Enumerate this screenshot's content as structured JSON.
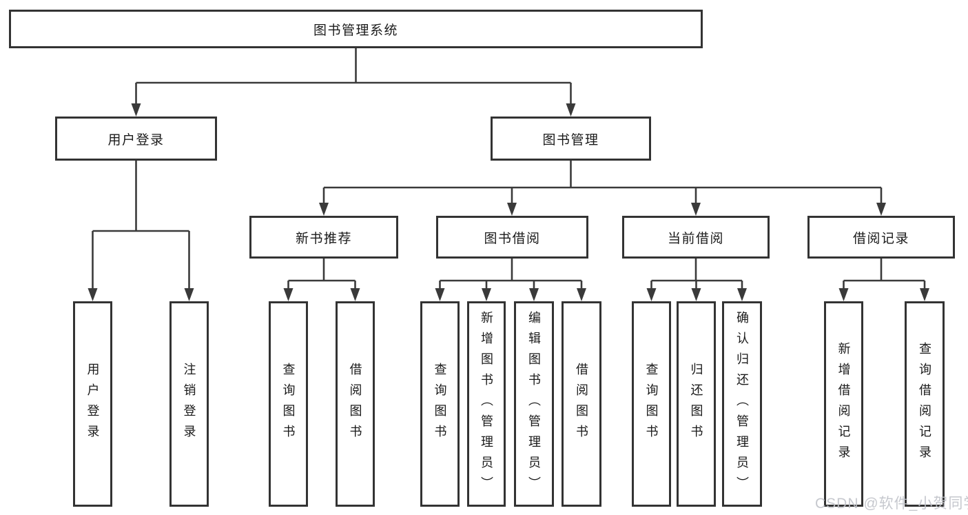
{
  "tree": {
    "root": {
      "label": "图书管理系统"
    },
    "children": [
      {
        "label": "用户登录",
        "children": [
          {
            "label": "用户登录"
          },
          {
            "label": "注销登录"
          }
        ]
      },
      {
        "label": "图书管理",
        "children": [
          {
            "label": "新书推荐",
            "children": [
              {
                "label": "查询图书"
              },
              {
                "label": "借阅图书"
              }
            ]
          },
          {
            "label": "图书借阅",
            "children": [
              {
                "label": "查询图书"
              },
              {
                "label": "新增图书（管理员）"
              },
              {
                "label": "编辑图书（管理员）"
              },
              {
                "label": "借阅图书"
              }
            ]
          },
          {
            "label": "当前借阅",
            "children": [
              {
                "label": "查询图书"
              },
              {
                "label": "归还图书"
              },
              {
                "label": "确认归还（管理员）"
              }
            ]
          },
          {
            "label": "借阅记录",
            "children": [
              {
                "label": "新增借阅记录"
              },
              {
                "label": "查询借阅记录"
              }
            ]
          }
        ]
      }
    ]
  },
  "watermark": {
    "text": "CSDN @软件_小贺同学"
  },
  "colors": {
    "line": "#3a3a3a",
    "box_border": "#333333",
    "text": "#1a1a1a",
    "watermark": "#c0c3c9",
    "background": "#ffffff"
  }
}
